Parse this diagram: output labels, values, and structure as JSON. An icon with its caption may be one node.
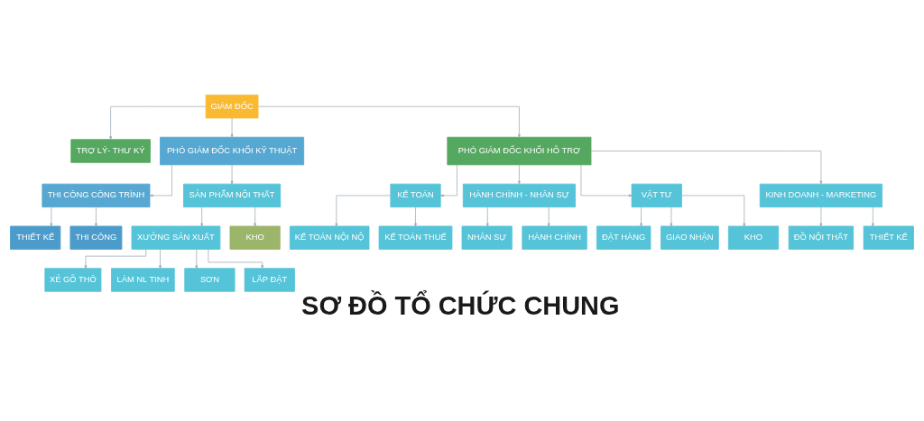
{
  "diagram": {
    "title": "SƠ ĐỒ TỔ CHỨC CHUNG",
    "nodes": [
      {
        "text": [
          "GIÁM ĐỐC"
        ]
      },
      {
        "text": [
          "TRỢ LÝ- THƯ KÝ"
        ]
      },
      {
        "text": [
          "PHÓ GIÁM ĐỐC KHỐI KỸ THUẬT"
        ]
      },
      {
        "text": [
          "PHÓ GIÁM ĐỐC KHỐI HỖ TRỢ"
        ]
      },
      {
        "text": [
          "THI CÔNG CÔNG TRÌNH"
        ]
      },
      {
        "text": [
          "SẢN PHẨM NỘI THẤT"
        ]
      },
      {
        "text": [
          "KẾ TOÁN"
        ]
      },
      {
        "text": [
          "HÀNH CHÍNH - NHÂN SỰ"
        ]
      },
      {
        "text": [
          "VẬT TƯ"
        ]
      },
      {
        "text": [
          "KINH DOANH - MARKETING"
        ]
      },
      {
        "text": [
          "THIẾT KẾ"
        ]
      },
      {
        "text": [
          "THI CÔNG"
        ]
      },
      {
        "text": [
          "XƯỞNG SẢN XUẤT"
        ]
      },
      {
        "text": [
          "KHO"
        ]
      },
      {
        "text": [
          "KẾ TOÁN NỘI NỘ"
        ]
      },
      {
        "text": [
          "KẾ TOÁN THUẾ"
        ]
      },
      {
        "text": [
          "NHÂN SỰ"
        ]
      },
      {
        "text": [
          "HÀNH CHÍNH"
        ]
      },
      {
        "text": [
          "ĐẶT HÀNG"
        ]
      },
      {
        "text": [
          "GIAO NHẬN"
        ]
      },
      {
        "text": [
          "KHO"
        ]
      },
      {
        "text": [
          "ĐỒ NỘI THẤT"
        ]
      },
      {
        "text": [
          "THIẾT KẾ"
        ]
      },
      {
        "text": [
          "XẺ GỖ THÔ"
        ]
      },
      {
        "text": [
          "LÀM NL TINH"
        ]
      },
      {
        "text": [
          "SƠN"
        ]
      },
      {
        "text": [
          "LẮP ĐẶT"
        ]
      }
    ],
    "edges": [
      {
        "from": 0,
        "to": 1,
        "arrow": "to"
      },
      {
        "from": 0,
        "to": 2,
        "arrow": "to"
      },
      {
        "from": 0,
        "to": 3,
        "arrow": "to"
      },
      {
        "from": 2,
        "to": 4,
        "arrow": "to"
      },
      {
        "from": 2,
        "to": 5,
        "arrow": "to"
      },
      {
        "from": 3,
        "to": 6,
        "arrow": "to"
      },
      {
        "from": 3,
        "to": 7,
        "arrow": "to"
      },
      {
        "from": 3,
        "to": 8,
        "arrow": "to"
      },
      {
        "from": 3,
        "to": 9,
        "arrow": "to"
      },
      {
        "from": 4,
        "to": 10,
        "arrow": "to"
      },
      {
        "from": 4,
        "to": 11,
        "arrow": "to"
      },
      {
        "from": 5,
        "to": 12,
        "arrow": "to"
      },
      {
        "from": 5,
        "to": 13,
        "arrow": "to"
      },
      {
        "from": 6,
        "to": 14,
        "arrow": "to"
      },
      {
        "from": 6,
        "to": 15,
        "arrow": "to"
      },
      {
        "from": 7,
        "to": 16,
        "arrow": "to"
      },
      {
        "from": 7,
        "to": 17,
        "arrow": "to"
      },
      {
        "from": 8,
        "to": 18,
        "arrow": "to"
      },
      {
        "from": 8,
        "to": 19,
        "arrow": "to"
      },
      {
        "from": 8,
        "to": 20,
        "arrow": "to"
      },
      {
        "from": 9,
        "to": 21,
        "arrow": "to"
      },
      {
        "from": 9,
        "to": 22,
        "arrow": "to"
      },
      {
        "from": 12,
        "to": 23,
        "arrow": "to"
      },
      {
        "from": 12,
        "to": 24,
        "arrow": "to"
      },
      {
        "from": 12,
        "to": 25,
        "arrow": "to"
      },
      {
        "from": 12,
        "to": 26,
        "arrow": "to"
      }
    ]
  }
}
